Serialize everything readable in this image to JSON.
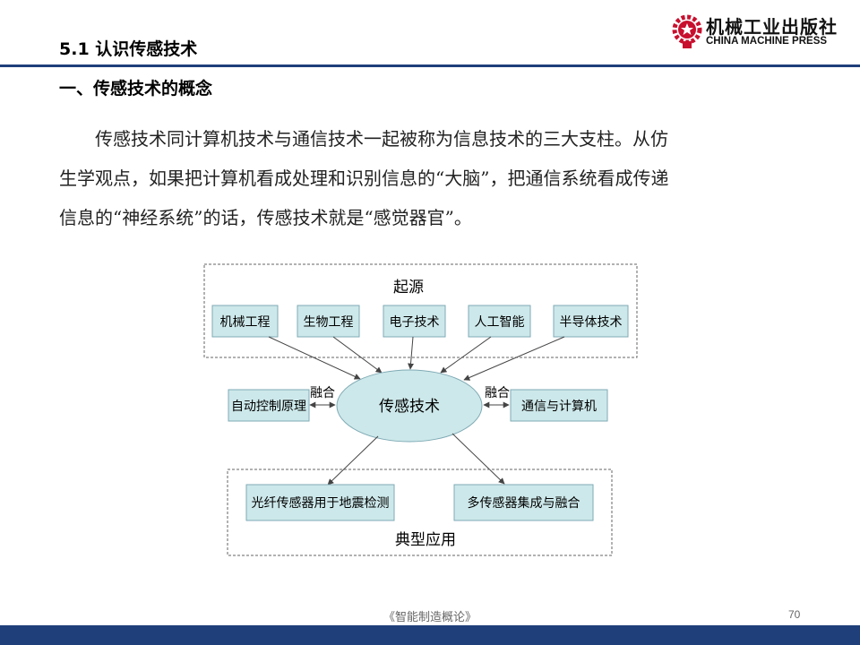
{
  "header": {
    "section_title": "5.1 认识传感技术",
    "publisher_cn": "机械工业出版社",
    "publisher_en": "CHINA MACHINE PRESS"
  },
  "content": {
    "subtitle": "一、传感技术的概念",
    "paragraph_lines": [
      "传感技术同计算机技术与通信技术一起被称为信息技术的三大支柱。从仿",
      "生学观点，如果把计算机看成处理和识别信息的“大脑”，把通信系统看成传递",
      "信息的“神经系统”的话，传感技术就是“感觉器官”。"
    ]
  },
  "diagram": {
    "origin_label": "起源",
    "origins": [
      "机械工程",
      "生物工程",
      "电子技术",
      "人工智能",
      "半导体技术"
    ],
    "center": "传感技术",
    "left_box": "自动控制原理",
    "right_box": "通信与计算机",
    "fusion_left": "融合",
    "fusion_right": "融合",
    "applications_label": "典型应用",
    "applications": [
      "光纤传感器用于地震检测",
      "多传感器集成与融合"
    ],
    "colors": {
      "box_fill": "#cde8ea",
      "box_border": "#7faab5",
      "ellipse_fill": "#cde8ea"
    }
  },
  "footer": {
    "book_title": "《智能制造概论》",
    "page_number": "70"
  },
  "colors": {
    "accent": "#1f3f7a",
    "logo_red": "#c8102e"
  }
}
